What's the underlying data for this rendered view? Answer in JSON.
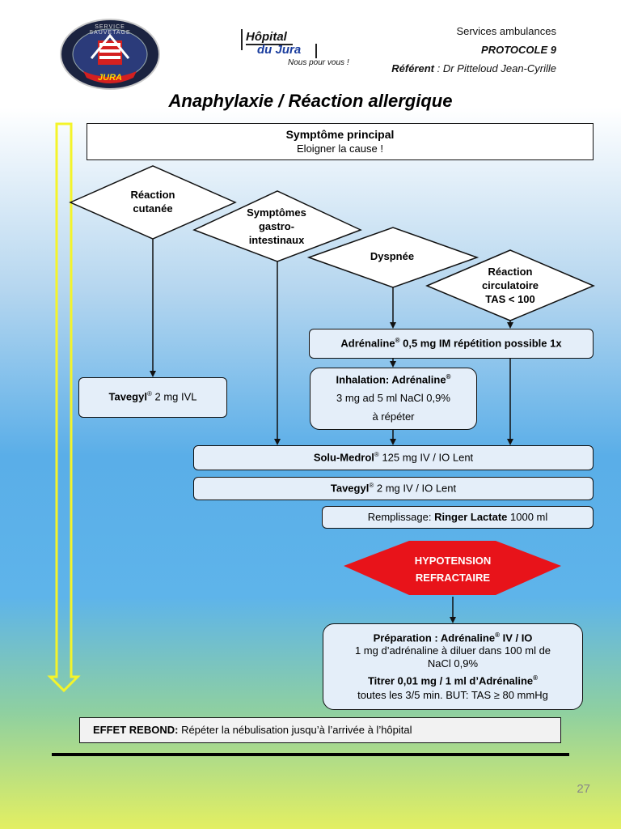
{
  "header": {
    "badge_top": "SERVICE SAUVETAGE",
    "badge_bottom": "JURA",
    "logo_line1": "Hôpital",
    "logo_line2": "du Jura",
    "logo_tagline": "Nous pour vous !",
    "service": "Services ambulances",
    "protocol": "PROTOCOLE 9",
    "referent_label": "Référent",
    "referent_name": " : Dr Pitteloud Jean-Cyrille"
  },
  "title": "Anaphylaxie / Réaction allergique",
  "main_box": {
    "title": "Symptôme principal",
    "subtitle": "Eloigner la cause !"
  },
  "diamonds": {
    "cutanee": [
      "Réaction",
      "cutanée"
    ],
    "gastro": [
      "Symptômes",
      "gastro-",
      "intestinaux"
    ],
    "dyspnee": [
      "Dyspnée"
    ],
    "circulatoire": [
      "Réaction",
      "circulatoire",
      "TAS < 100"
    ]
  },
  "boxes": {
    "adrenaline_im": {
      "drug": "Adrénaline",
      "reg": "®",
      "rest": " 0,5 mg IM répétition possible 1x"
    },
    "inhalation": {
      "label": "Inhalation: Adrénaline",
      "reg": "®",
      "line2": "3 mg ad 5 ml NaCl 0,9%",
      "line3": "à répéter"
    },
    "tavegyl_ivl": {
      "drug": "Tavegyl",
      "reg": "®",
      "rest": " 2 mg IVL"
    },
    "solu_medrol": {
      "drug": "Solu-Medrol",
      "reg": "®",
      "rest": " 125 mg IV / IO Lent"
    },
    "tavegyl_iv": {
      "drug": "Tavegyl",
      "reg": "®",
      "rest": " 2 mg IV / IO Lent"
    },
    "remplissage": {
      "label": "Remplissage: ",
      "drug": "Ringer Lactate",
      "rest": " 1000 ml"
    }
  },
  "hypotension": [
    "HYPOTENSION",
    "REFRACTAIRE"
  ],
  "preparation": {
    "title": "Préparation :  Adrénaline",
    "reg": "®",
    "title_rest": " IV / IO",
    "line2": "1 mg d’adrénaline à diluer dans  100 ml de",
    "line3": "NaCl 0,9%",
    "titrer": "Titrer  0,01 mg / 1 ml d’Adrénaline",
    "titrer_reg": "®",
    "line5": "toutes les 3/5 min. BUT: TAS ≥ 80 mmHg"
  },
  "effet_rebond": {
    "label": "EFFET REBOND:",
    "text": " Répéter la nébulisation jusqu’à l’arrivée à l’hôpital"
  },
  "page_number": "27",
  "colors": {
    "hypotension_red": "#e8131a",
    "arrow_yellow": "#f4f42a",
    "box_fill": "#e4eef9"
  }
}
